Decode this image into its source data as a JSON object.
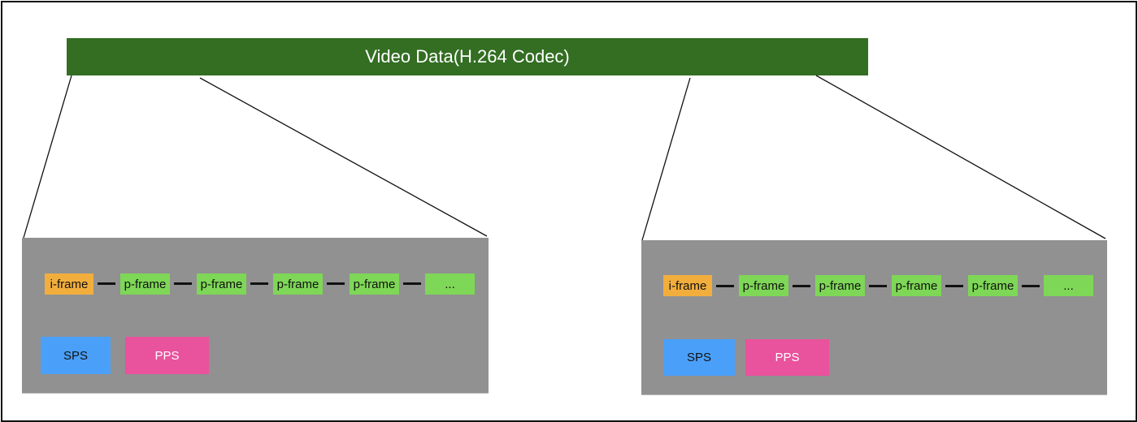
{
  "header": {
    "title": "Video Data(H.264 Codec)",
    "color": "#336E22"
  },
  "panels": [
    {
      "name": "left",
      "frames": [
        {
          "label": "i-frame",
          "type": "i"
        },
        {
          "label": "p-frame",
          "type": "p"
        },
        {
          "label": "p-frame",
          "type": "p"
        },
        {
          "label": "p-frame",
          "type": "p"
        },
        {
          "label": "p-frame",
          "type": "p"
        },
        {
          "label": "...",
          "type": "p"
        }
      ],
      "params": [
        {
          "label": "SPS"
        },
        {
          "label": "PPS"
        }
      ]
    },
    {
      "name": "right",
      "frames": [
        {
          "label": "i-frame",
          "type": "i"
        },
        {
          "label": "p-frame",
          "type": "p"
        },
        {
          "label": "p-frame",
          "type": "p"
        },
        {
          "label": "p-frame",
          "type": "p"
        },
        {
          "label": "p-frame",
          "type": "p"
        },
        {
          "label": "...",
          "type": "p"
        }
      ],
      "params": [
        {
          "label": "SPS"
        },
        {
          "label": "PPS"
        }
      ]
    }
  ],
  "colors": {
    "panel": "#919191",
    "i_frame": "#F2AE3C",
    "p_frame": "#7ED756",
    "sps": "#4A9FF8",
    "pps": "#E9529C"
  }
}
